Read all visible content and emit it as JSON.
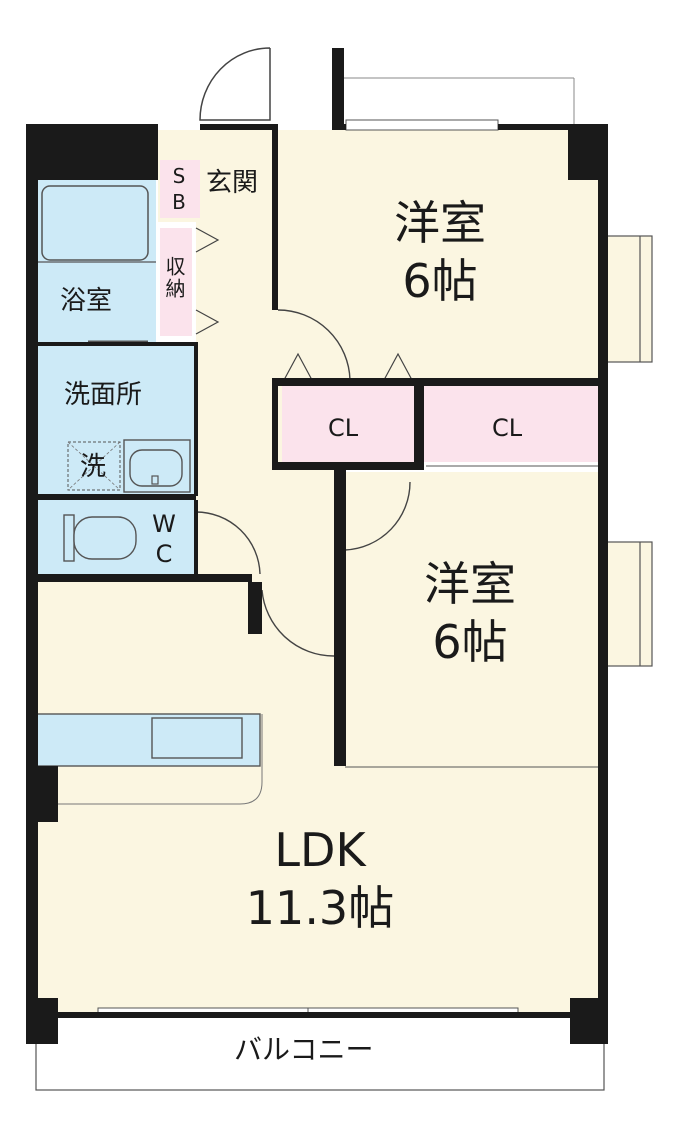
{
  "rooms": {
    "genkan": "玄関",
    "sb": "SB",
    "storage": "収納",
    "bath": "浴室",
    "washroom": "洗面所",
    "washer": "洗",
    "wc": "WC",
    "western1_name": "洋室",
    "western1_size": "6帖",
    "cl1": "CL",
    "cl2": "CL",
    "western2_name": "洋室",
    "western2_size": "6帖",
    "ldk_name": "LDK",
    "ldk_size": "11.3帖",
    "balcony": "バルコニー"
  },
  "colors": {
    "floor": "#fbf6e1",
    "wet": "#cdeaf7",
    "closet": "#fbe3ec",
    "wall": "#1a1a1a",
    "line": "#555555"
  }
}
